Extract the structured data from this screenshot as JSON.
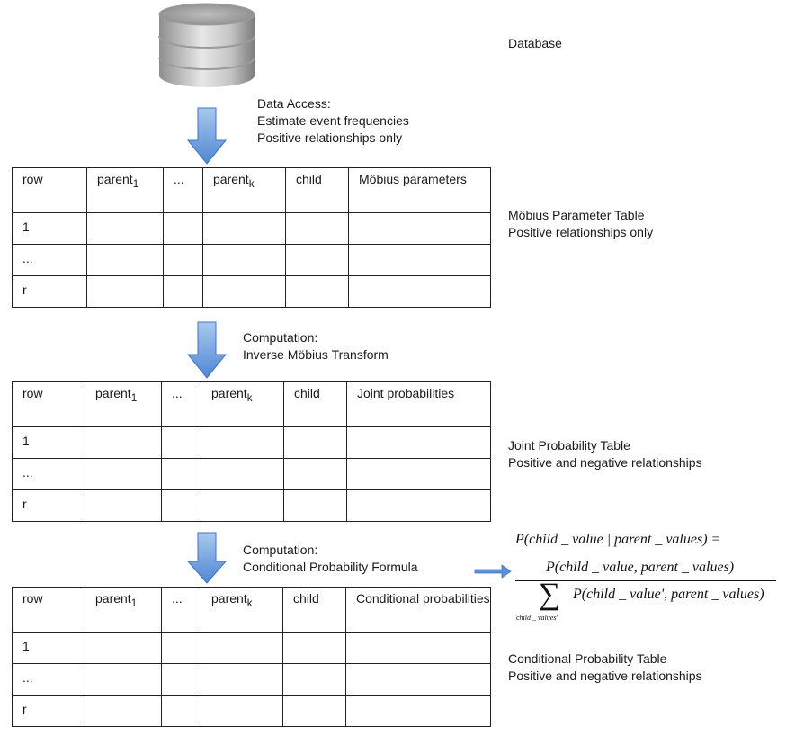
{
  "database": {
    "icon": "database-cylinder-icon",
    "label": "Database"
  },
  "steps": [
    {
      "lines": [
        "Data Access:",
        "Estimate event frequencies",
        "Positive relationships only"
      ]
    },
    {
      "lines": [
        "Computation:",
        "Inverse Möbius Transform"
      ]
    },
    {
      "lines": [
        "Computation:",
        "Conditional Probability Formula"
      ]
    }
  ],
  "tables": [
    {
      "header": [
        "row",
        "parent",
        "...",
        "parent",
        "child",
        "Möbius parameters"
      ],
      "subscripts": [
        "1",
        "k"
      ],
      "rows": [
        "1",
        "...",
        "r"
      ],
      "description": [
        "Möbius Parameter Table",
        "Positive relationships only"
      ]
    },
    {
      "header": [
        "row",
        "parent",
        "...",
        "parent",
        "child",
        "Joint probabilities"
      ],
      "subscripts": [
        "1",
        "k"
      ],
      "rows": [
        "1",
        "...",
        "r"
      ],
      "description": [
        "Joint Probability Table",
        "Positive and negative relationships"
      ]
    },
    {
      "header": [
        "row",
        "parent",
        "...",
        "parent",
        "child",
        "Conditional probabilities"
      ],
      "subscripts": [
        "1",
        "k"
      ],
      "rows": [
        "1",
        "...",
        "r"
      ],
      "description": [
        "Conditional Probability Table",
        "Positive and negative relationships"
      ]
    }
  ],
  "formula": {
    "lhs": "P(child _ value | parent _ values) =",
    "numerator": "P(child _ value,  parent _ values)",
    "sum_symbol": "∑",
    "sum_index": "child _ values'",
    "denominator": "P(child _ value',  parent _ values)"
  },
  "colors": {
    "arrow_light": "#a9c8ee",
    "arrow_dark": "#4f87d3",
    "arrow_stroke": "#3f74c0",
    "cylinder_dark": "#8e8e8e",
    "cylinder_light": "#e8e8e8"
  }
}
